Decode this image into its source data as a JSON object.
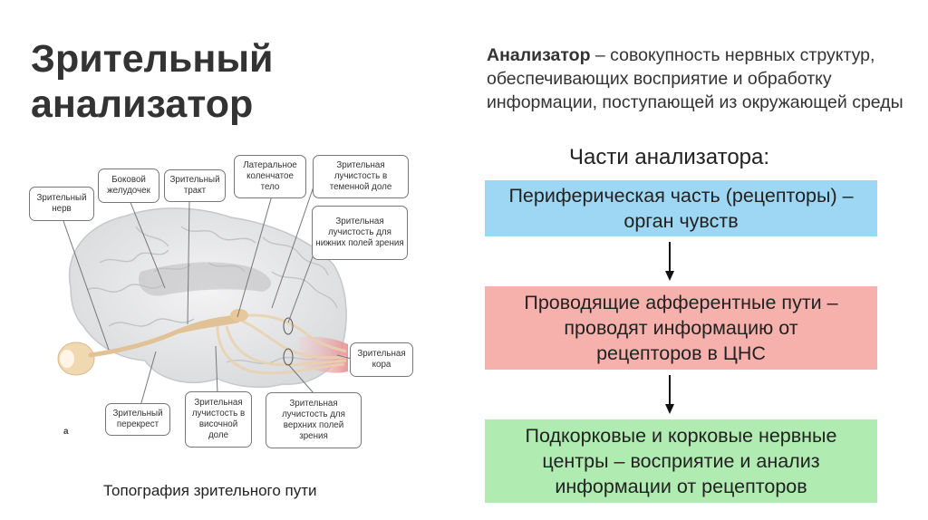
{
  "title": "Зрительный анализатор",
  "definition": {
    "term": "Анализатор",
    "text": " – совокупность нервных структур, обеспечивающих восприятие и обработку информации, поступающей из окружающей среды"
  },
  "parts_heading": "Части анализатора:",
  "parts": [
    {
      "line1": "Периферическая часть (рецепторы) –",
      "line2": "орган чувств",
      "line3": ""
    },
    {
      "line1": "Проводящие афферентные пути –",
      "line2": "проводят информацию от",
      "line3": "рецепторов в ЦНС"
    },
    {
      "line1": "Подкорковые и корковые нервные",
      "line2": "центры – восприятие и анализ",
      "line3": "информации от рецепторов"
    }
  ],
  "figure": {
    "letter": "a",
    "caption": "Топография зрительного пути",
    "labels": {
      "optic_nerve": "Зрительный нерв",
      "lateral_ventricle": "Боковой желудочек",
      "optic_tract": "Зрительный тракт",
      "lgn": "Латеральное коленчатое тело",
      "parietal_radiation": "Зрительная лучистость в теменной доле",
      "lower_fields": "Зрительная лучистость для нижних полей зрения",
      "visual_cortex": "Зрительная кора",
      "chiasm": "Зрительный перекрест",
      "temporal_radiation": "Зрительная лучистость в височной доле",
      "upper_fields": "Зрительная лучистость для верхних полей зрения"
    }
  },
  "colors": {
    "peripheral": "#9ed7f3",
    "afferent": "#f6b1ad",
    "centers": "#b0ecb1"
  }
}
